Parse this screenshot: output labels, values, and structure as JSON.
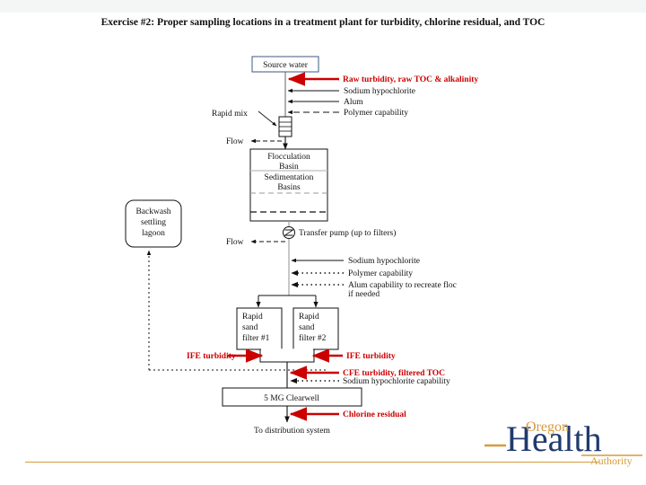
{
  "page": {
    "title": "Exercise #2: Proper sampling locations in a treatment plant for turbidity, chlorine residual, and TOC",
    "background": "#ffffff",
    "accent_red": "#cc0000",
    "accent_gold": "#d79b3c",
    "accent_navy": "#1f3a6e"
  },
  "diagram": {
    "type": "process-flow",
    "boxes": {
      "source_water": "Source water",
      "rapid_mix_label": "Rapid mix",
      "flocculation_basin_line1": "Flocculation",
      "flocculation_basin_line2": "Basin",
      "sedimentation_basins_line1": "Sedimentation",
      "sedimentation_basins_line2": "Basins",
      "backwash_lagoon_line1": "Backwash",
      "backwash_lagoon_line2": "settling",
      "backwash_lagoon_line3": "lagoon",
      "filter1_line1": "Rapid",
      "filter1_line2": "sand",
      "filter1_line3": "filter #1",
      "filter2_line1": "Rapid",
      "filter2_line2": "sand",
      "filter2_line3": "filter #2",
      "clearwell": "5 MG Clearwell",
      "to_distribution": "To distribution system"
    },
    "flow_labels": {
      "flow_1": "Flow",
      "flow_2": "Flow",
      "transfer_pump": "Transfer pump (up to filters)"
    },
    "chemical_feeds_top": [
      "Sodium hypochlorite",
      "Alum",
      "Polymer capability"
    ],
    "chemical_feeds_mid": [
      "Sodium hypochlorite",
      "Polymer capability",
      "Alum capability to recreate floc"
    ],
    "chemical_feeds_mid_wrap": "if needed",
    "sample_points": [
      "Raw turbidity, raw TOC & alkalinity",
      "IFE turbidity",
      "IFE turbidity",
      "CFE turbidity, filtered TOC",
      "Chlorine residual"
    ],
    "other_labels": [
      "Sodium hypochlorite capability"
    ]
  },
  "logo": {
    "word_oregon": "Oregon",
    "word_health": "Health",
    "word_authority": "Authority"
  }
}
